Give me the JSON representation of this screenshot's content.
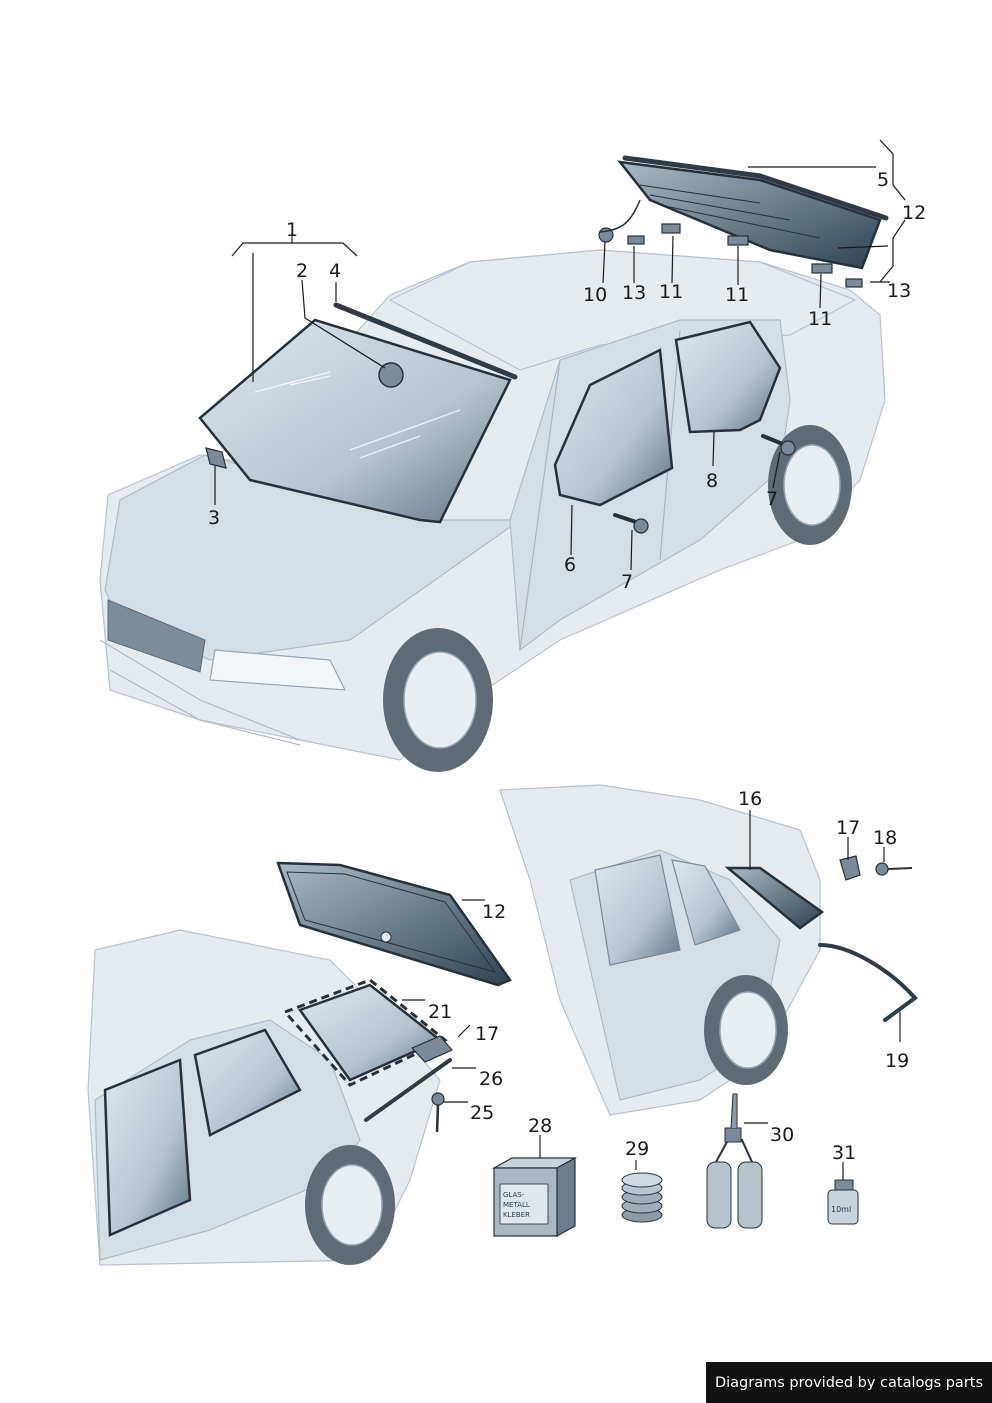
{
  "callouts": {
    "c1": "1",
    "c2": "2",
    "c3": "3",
    "c4": "4",
    "c5": "5",
    "c6": "6",
    "c7a": "7",
    "c7b": "7",
    "c8": "8",
    "c10": "10",
    "c11a": "11",
    "c11b": "11",
    "c11c": "11",
    "c12a": "12",
    "c12b": "12",
    "c13a": "13",
    "c13b": "13",
    "c16": "16",
    "c17a": "17",
    "c17b": "17",
    "c18": "18",
    "c19": "19",
    "c21": "21",
    "c25": "25",
    "c26": "26",
    "c28": "28",
    "c29": "29",
    "c30": "30",
    "c31": "31"
  },
  "adhesive_box": {
    "line1": "GLAS-",
    "line2": "METALL",
    "line3": "KLEBER"
  },
  "bottle": {
    "volume": "10ml"
  },
  "footer": {
    "text": "Diagrams provided by catalogs parts"
  },
  "colors": {
    "glass": "#3f5566",
    "body": "#e6ebf0",
    "line": "#1a1a1a",
    "footer_bg": "#111111"
  }
}
